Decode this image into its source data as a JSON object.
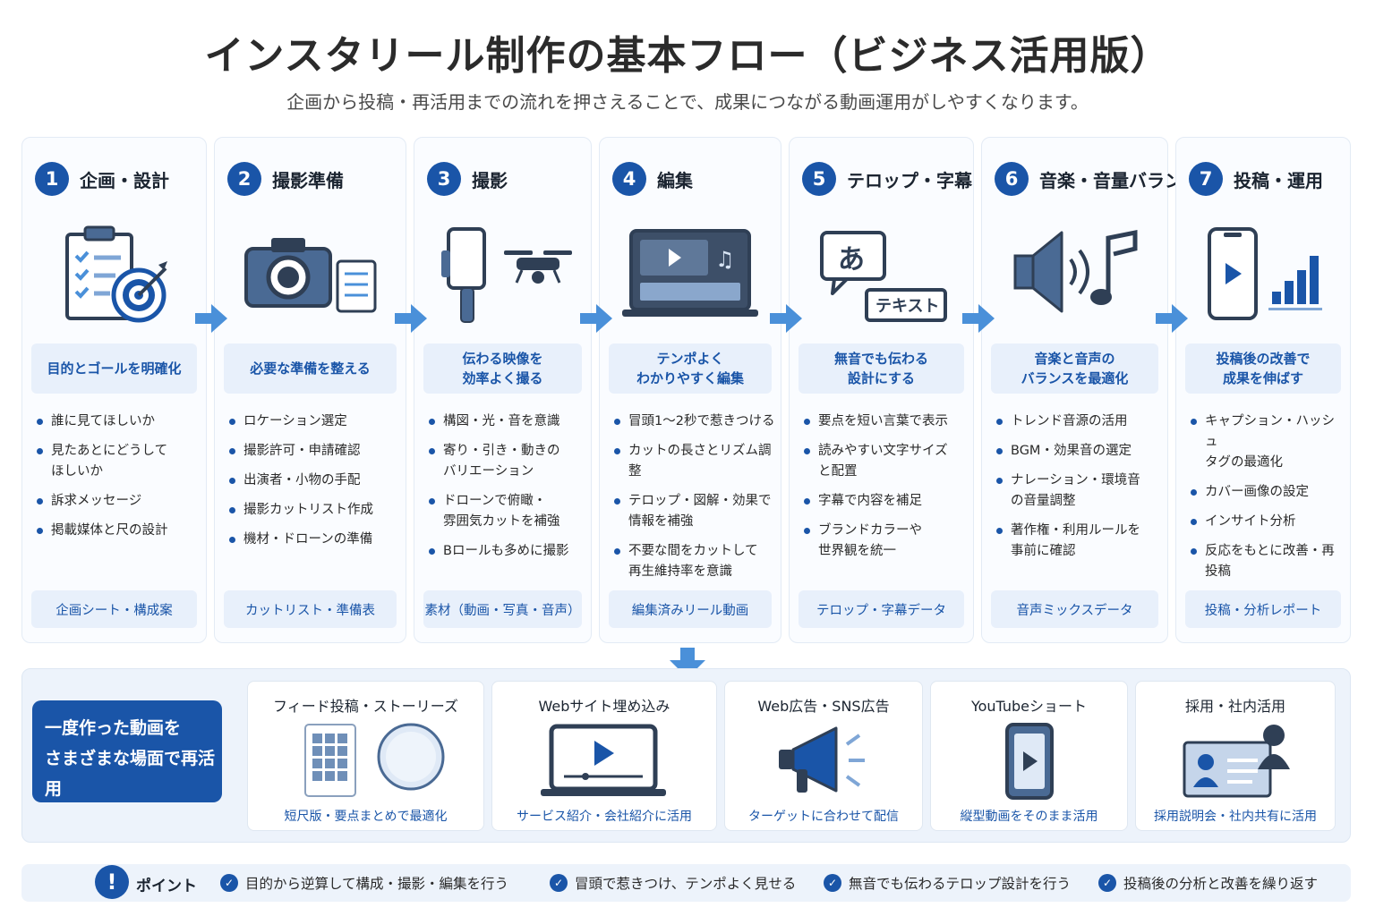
{
  "title": "インスタリール制作の基本フロー（ビジネス活用版）",
  "subtitle": "企画から投稿・再活用までの流れを押さえることで、成果につながる動画運用がしやすくなります。",
  "steps": [
    {
      "num": "1",
      "title": "企画・設計",
      "icon": "clipboard-target-icon",
      "goal": "目的とゴールを明確化",
      "bullets": [
        "誰に見てほしいか",
        "見たあとにどうして\nほしいか",
        "訴求メッセージ",
        "掲載媒体と尺の設計"
      ],
      "output": "企画シート・構成案"
    },
    {
      "num": "2",
      "title": "撮影準備",
      "icon": "camera-checklist-icon",
      "goal": "必要な準備を整える",
      "bullets": [
        "ロケーション選定",
        "撮影許可・申請確認",
        "出演者・小物の手配",
        "撮影カットリスト作成",
        "機材・ドローンの準備"
      ],
      "output": "カットリスト・準備表"
    },
    {
      "num": "3",
      "title": "撮影",
      "icon": "gimbal-drone-icon",
      "goal": "伝わる映像を\n効率よく撮る",
      "bullets": [
        "構図・光・音を意識",
        "寄り・引き・動きの\nバリエーション",
        "ドローンで俯瞰・\n雰囲気カットを補強",
        "Bロールも多めに撮影"
      ],
      "output": "素材（動画・写真・音声）"
    },
    {
      "num": "4",
      "title": "編集",
      "icon": "laptop-editor-icon",
      "goal": "テンポよく\nわかりやすく編集",
      "bullets": [
        "冒頭1〜2秒で惹きつける",
        "カットの長さとリズム調整",
        "テロップ・図解・効果で\n情報を補強",
        "不要な間をカットして\n再生維持率を意識"
      ],
      "output": "編集済みリール動画"
    },
    {
      "num": "5",
      "title": "テロップ・字幕",
      "icon": "text-bubble-icon",
      "goal": "無音でも伝わる\n設計にする",
      "bullets": [
        "要点を短い言葉で表示",
        "読みやすい文字サイズ\nと配置",
        "字幕で内容を補足",
        "ブランドカラーや\n世界観を統一"
      ],
      "output": "テロップ・字幕データ"
    },
    {
      "num": "6",
      "title": "音楽・音量バランス",
      "icon": "speaker-music-icon",
      "goal": "音楽と音声の\nバランスを最適化",
      "bullets": [
        "トレンド音源の活用",
        "BGM・効果音の選定",
        "ナレーション・環境音\nの音量調整",
        "著作権・利用ルールを\n事前に確認"
      ],
      "output": "音声ミックスデータ"
    },
    {
      "num": "7",
      "title": "投稿・運用",
      "icon": "phone-chart-icon",
      "goal": "投稿後の改善で\n成果を伸ばす",
      "bullets": [
        "キャプション・ハッシュ\nタグの最適化",
        "カバー画像の設定",
        "インサイト分析",
        "反応をもとに改善・再投稿"
      ],
      "output": "投稿・分析レポート"
    }
  ],
  "reuse": {
    "label": "一度作った動画を\nさまざまな場面で再活用",
    "cards": [
      {
        "title": "フィード投稿・ストーリーズ",
        "icon": "feed-grid-icon",
        "caption": "短尺版・要点まとめで最適化"
      },
      {
        "title": "Webサイト埋め込み",
        "icon": "laptop-play-icon",
        "caption": "サービス紹介・会社紹介に活用"
      },
      {
        "title": "Web広告・SNS広告",
        "icon": "megaphone-icon",
        "caption": "ターゲットに合わせて配信"
      },
      {
        "title": "YouTubeショート",
        "icon": "phone-play-icon",
        "caption": "縦型動画をそのまま活用"
      },
      {
        "title": "採用・社内活用",
        "icon": "presentation-person-icon",
        "caption": "採用説明会・社内共有に活用"
      }
    ]
  },
  "points": {
    "badge": "!",
    "label": "ポイント",
    "items": [
      "目的から逆算して構成・撮影・編集を行う",
      "冒頭で惹きつけ、テンポよく見せる",
      "無音でも伝わるテロップ設計を行う",
      "投稿後の分析と改善を繰り返す"
    ]
  },
  "colors": {
    "accent": "#1a55a8",
    "light": "#e8f0fb",
    "arrow": "#4a90d9"
  }
}
